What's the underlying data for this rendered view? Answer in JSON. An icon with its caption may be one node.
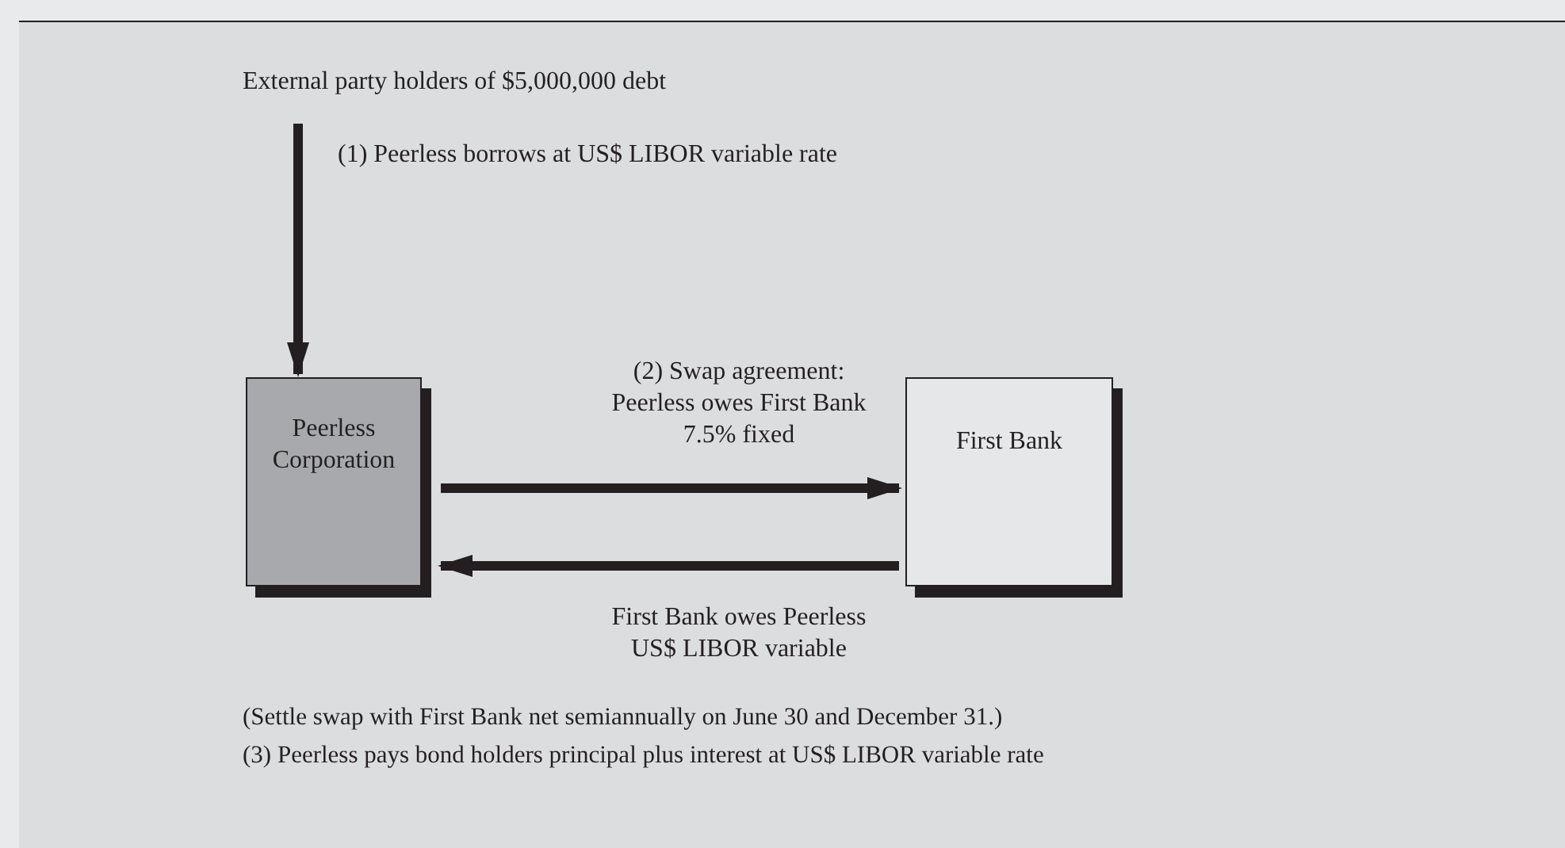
{
  "diagram": {
    "nodes": [
      {
        "text": [
          "External party holders of $5,000,000 debt"
        ]
      },
      {
        "text": [
          "Peerless Corporation"
        ]
      },
      {
        "text": [
          "First Bank"
        ]
      }
    ],
    "edges": [
      {
        "from": 0,
        "to": 1,
        "arrow": "to",
        "label": "(1) Peerless borrows at US$ LIBOR variable rate"
      },
      {
        "from": 1,
        "to": 2,
        "arrow": "to",
        "label": "(2) Swap agreement: Peerless owes First Bank 7.5% fixed"
      },
      {
        "from": 2,
        "to": 1,
        "arrow": "to",
        "label": "First Bank owes Peerless US$ LIBOR variable"
      }
    ],
    "labels": [
      "(Settle swap with First Bank net semiannually on June 30 and December 31.)",
      "(3) Peerless pays bond holders principal plus interest at US$ LIBOR variable rate"
    ]
  }
}
